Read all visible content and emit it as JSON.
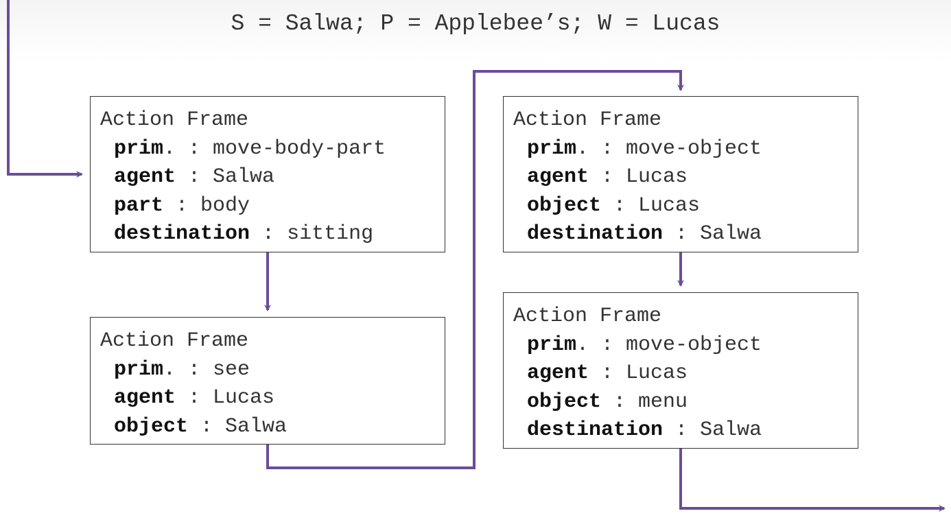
{
  "legend": "S = Salwa; P = Applebee’s; W = Lucas",
  "frames": [
    {
      "title": "Action Frame",
      "fields": [
        {
          "key": "prim",
          "sep": ". : ",
          "value": "move-body-part"
        },
        {
          "key": "agent",
          "sep": " : ",
          "value": "Salwa"
        },
        {
          "key": "part",
          "sep": " : ",
          "value": "body"
        },
        {
          "key": "destination",
          "sep": " : ",
          "value": "sitting"
        }
      ]
    },
    {
      "title": "Action Frame",
      "fields": [
        {
          "key": "prim",
          "sep": ". : ",
          "value": "see"
        },
        {
          "key": "agent",
          "sep": " : ",
          "value": "Lucas"
        },
        {
          "key": "object",
          "sep": " : ",
          "value": "Salwa"
        }
      ]
    },
    {
      "title": "Action Frame",
      "fields": [
        {
          "key": "prim",
          "sep": ". : ",
          "value": "move-object"
        },
        {
          "key": "agent",
          "sep": " : ",
          "value": "Lucas"
        },
        {
          "key": "object",
          "sep": " : ",
          "value": "Lucas"
        },
        {
          "key": "destination",
          "sep": " : ",
          "value": "Salwa"
        }
      ]
    },
    {
      "title": "Action Frame",
      "fields": [
        {
          "key": "prim",
          "sep": ". : ",
          "value": "move-object"
        },
        {
          "key": "agent",
          "sep": " : ",
          "value": "Lucas"
        },
        {
          "key": "object",
          "sep": " : ",
          "value": "menu"
        },
        {
          "key": "destination",
          "sep": " : ",
          "value": "Salwa"
        }
      ]
    }
  ],
  "colors": {
    "connector": "#6b4c9a",
    "border": "#333333",
    "text": "#333333"
  }
}
